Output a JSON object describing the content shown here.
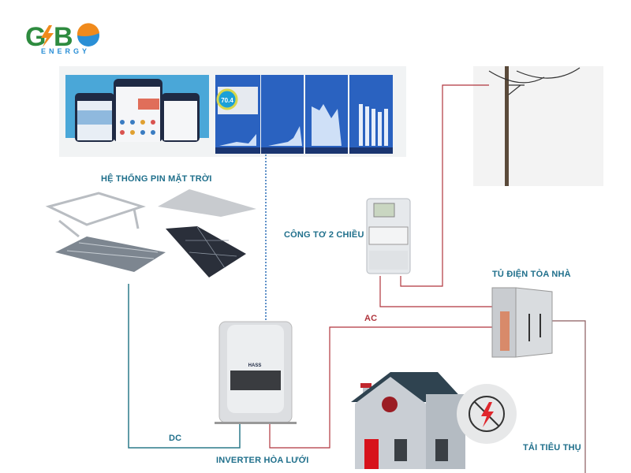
{
  "logo": {
    "brand": "GBO",
    "subtitle": "ENERGY"
  },
  "labels": {
    "solar_system": "HỆ THỐNG PIN MẶT TRỜI",
    "meter": "CÔNG TƠ 2 CHIỀU",
    "panel_board": "TỦ ĐIỆN TÒA NHÀ",
    "ac": "AC",
    "dc": "DC",
    "inverter": "INVERTER HÒA LƯỚI",
    "load": "TẢI TIÊU THỤ"
  },
  "app_screen": {
    "gauge_value": "70.4"
  },
  "inverter_brand": "HASS",
  "colors": {
    "label": "#1f6f8b",
    "ac_line": "#b0353d",
    "dc_line": "#2c7a8a",
    "comm_line": "#2a6db5"
  }
}
